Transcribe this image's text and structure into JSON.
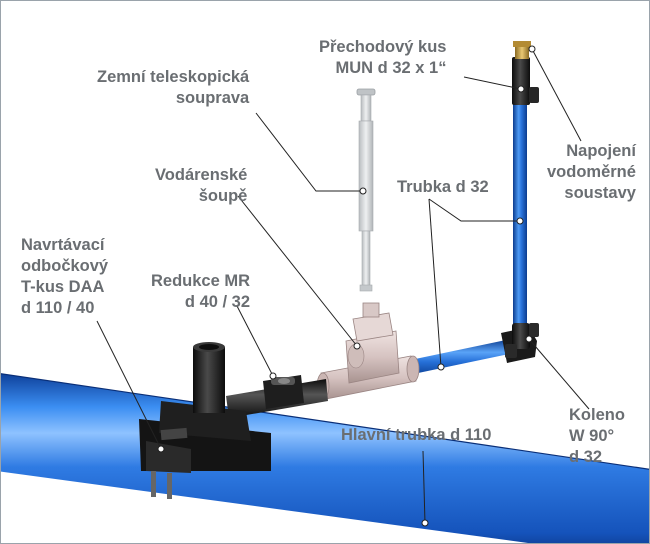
{
  "colors": {
    "label_text": "#6a6e72",
    "pipe_blue": "#1d6fd6",
    "fitting_black": "#1c1c1c",
    "valve_pink": "#d9c8c6",
    "leader_line": "#222222",
    "telescopic_grey": "#c9ccce",
    "brass": "#c8a04a"
  },
  "labels": {
    "prechodovy": [
      "Přechodový kus",
      "MUN d 32 x 1“"
    ],
    "zemni": [
      "Zemní teleskopická",
      "souprava"
    ],
    "napojeni": [
      "Napojení",
      "vodoměrné",
      "soustavy"
    ],
    "vodarenske": [
      "Vodárenské",
      "šoupě"
    ],
    "trubka": [
      "Trubka d 32"
    ],
    "navrtavaci": [
      "Navrtávací",
      "odbočkový",
      "T-kus DAA",
      "d 110 / 40"
    ],
    "redukce": [
      "Redukce MR",
      "d 40 / 32"
    ],
    "koleno": [
      "Koleno",
      "W 90°",
      "d 32"
    ],
    "hlavni": [
      "Hlavní trubka d 110"
    ]
  }
}
